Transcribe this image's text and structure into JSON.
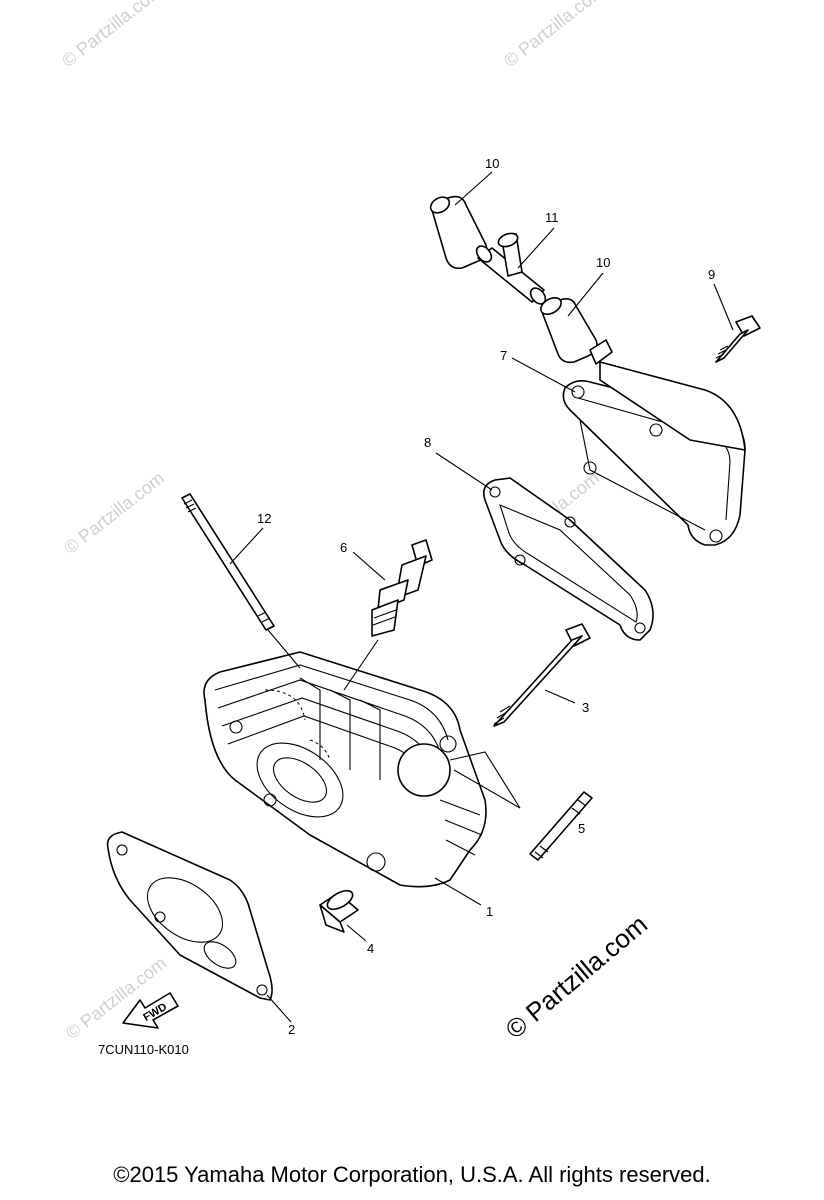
{
  "diagram": {
    "callouts": [
      {
        "id": "1",
        "label": "1"
      },
      {
        "id": "2",
        "label": "2"
      },
      {
        "id": "3",
        "label": "3"
      },
      {
        "id": "4",
        "label": "4"
      },
      {
        "id": "5",
        "label": "5"
      },
      {
        "id": "6",
        "label": "6"
      },
      {
        "id": "7",
        "label": "7"
      },
      {
        "id": "8",
        "label": "8"
      },
      {
        "id": "9",
        "label": "9"
      },
      {
        "id": "10a",
        "label": "10"
      },
      {
        "id": "10b",
        "label": "10"
      },
      {
        "id": "11",
        "label": "11"
      },
      {
        "id": "12",
        "label": "12"
      }
    ],
    "diagram_code": "7CUN110-K010",
    "fwd_label": "FWD",
    "watermark": "© Partzilla.com",
    "watermark_small": "© Partzilla.com"
  },
  "footer": {
    "copyright": "©2015  Yamaha Motor Corporation, U.S.A. All rights reserved."
  }
}
